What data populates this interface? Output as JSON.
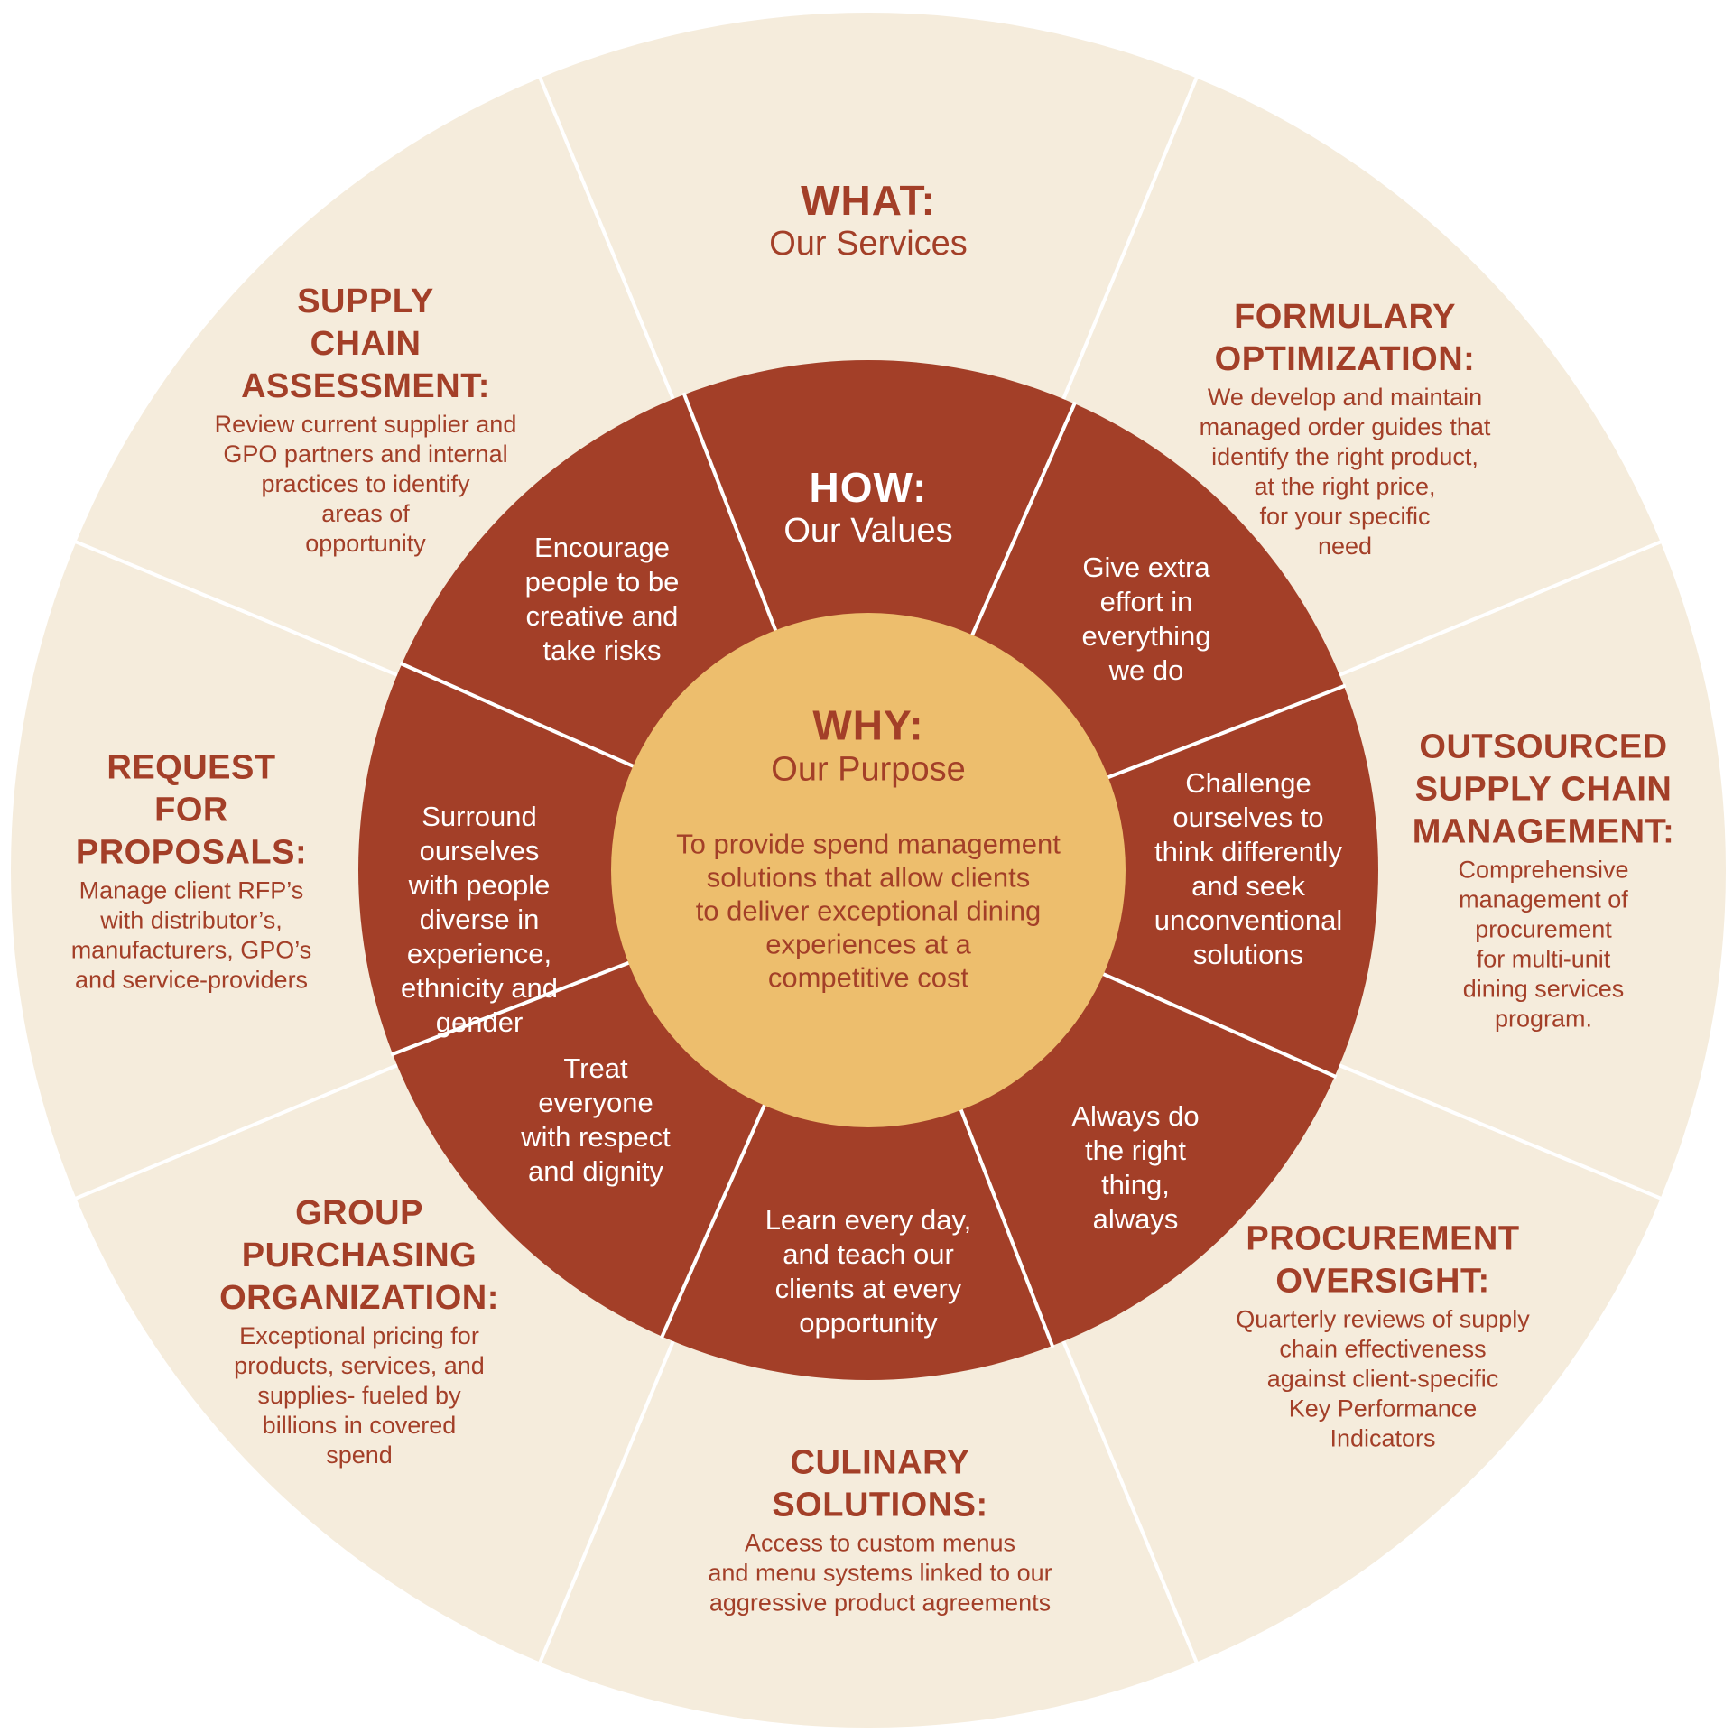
{
  "colors": {
    "outer_ring": "#f5ecdc",
    "middle_ring": "#a33f28",
    "core": "#edbe6d",
    "divider": "#ffffff",
    "text_dark": "#a33f28",
    "text_light": "#ffffff"
  },
  "what": {
    "heading": "WHAT:",
    "subheading": "Our Services"
  },
  "how": {
    "heading": "HOW:",
    "subheading": "Our Values"
  },
  "why": {
    "heading": "WHY:",
    "subheading": "Our Purpose",
    "body": "To provide spend management\nsolutions that allow clients\nto deliver exceptional dining\nexperiences at a\ncompetitive cost"
  },
  "services": [
    {
      "heading": "FORMULARY\nOPTIMIZATION:",
      "body": "We develop and maintain\nmanaged order guides that\nidentify the right product,\nat the right price,\nfor your specific\nneed"
    },
    {
      "heading": "OUTSOURCED\nSUPPLY CHAIN\nMANAGEMENT:",
      "body": "Comprehensive\nmanagement of\nprocurement\nfor multi-unit\ndining services\nprogram."
    },
    {
      "heading": "PROCUREMENT\nOVERSIGHT:",
      "body": "Quarterly reviews of supply\nchain effectiveness\nagainst client-specific\nKey Performance\nIndicators"
    },
    {
      "heading": "CULINARY\nSOLUTIONS:",
      "body": "Access to custom menus\nand menu systems linked to our\naggressive product agreements"
    },
    {
      "heading": "GROUP\nPURCHASING\nORGANIZATION:",
      "body": "Exceptional pricing for\nproducts, services, and\nsupplies- fueled by\nbillions in covered\nspend"
    },
    {
      "heading": "REQUEST\nFOR\nPROPOSALS:",
      "body": "Manage client RFP’s\nwith distributor’s,\nmanufacturers, GPO’s\nand service-providers"
    },
    {
      "heading": "SUPPLY\nCHAIN\nASSESSMENT:",
      "body": "Review current supplier and\nGPO partners and internal\npractices to identify\nareas of\nopportunity"
    }
  ],
  "values": [
    "Give extra\neffort in\neverything\nwe do",
    "Challenge\nourselves to\nthink differently\nand seek\nunconventional\nsolutions",
    "Always do\nthe right\nthing,\nalways",
    "Learn every day,\nand teach our\nclients at every\nopportunity",
    "Treat\neveryone\nwith respect\nand dignity",
    "Surround\nourselves\nwith people\ndiverse in\nexperience,\nethnicity and\ngender",
    "Encourage\npeople to be\ncreative and\ntake risks"
  ]
}
